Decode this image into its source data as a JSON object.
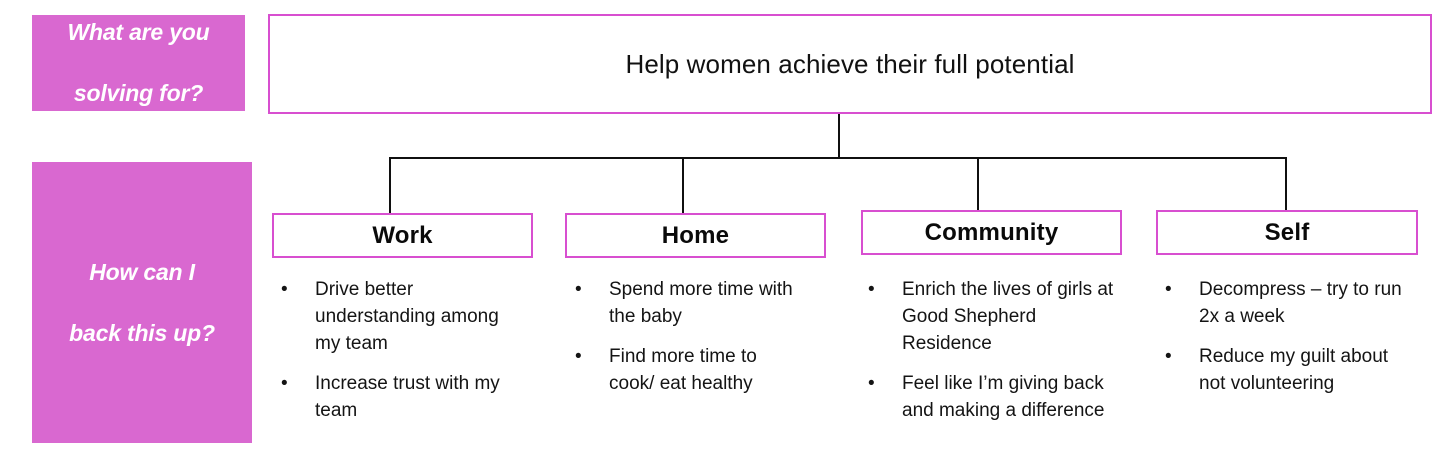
{
  "left_labels": [
    {
      "id": "what-solving-for",
      "line1": "What are you",
      "line2": "solving for?"
    },
    {
      "id": "how-back-up",
      "line1": "How can I",
      "line2": "back this up?"
    }
  ],
  "goal": {
    "text": "Help women achieve their full potential"
  },
  "categories": [
    {
      "label": "Work",
      "bullets": [
        "Drive better understanding among  my team",
        "Increase trust with my team"
      ]
    },
    {
      "label": "Home",
      "bullets": [
        "Spend more time with the baby",
        "Find more time to cook/ eat healthy"
      ]
    },
    {
      "label": "Community",
      "bullets": [
        "Enrich the lives of girls at Good Shepherd Residence",
        "Feel like I’m giving back and making a difference"
      ]
    },
    {
      "label": "Self",
      "bullets": [
        "Decompress – try to run 2x a week",
        "Reduce my guilt about not volunteering"
      ]
    }
  ],
  "bullet_glyph": "•",
  "colors": {
    "pink_fill": "#D968D0",
    "magenta_border": "#D84FD0",
    "connector": "#101010",
    "text": "#141414",
    "label_text": "#FFFFFF"
  }
}
